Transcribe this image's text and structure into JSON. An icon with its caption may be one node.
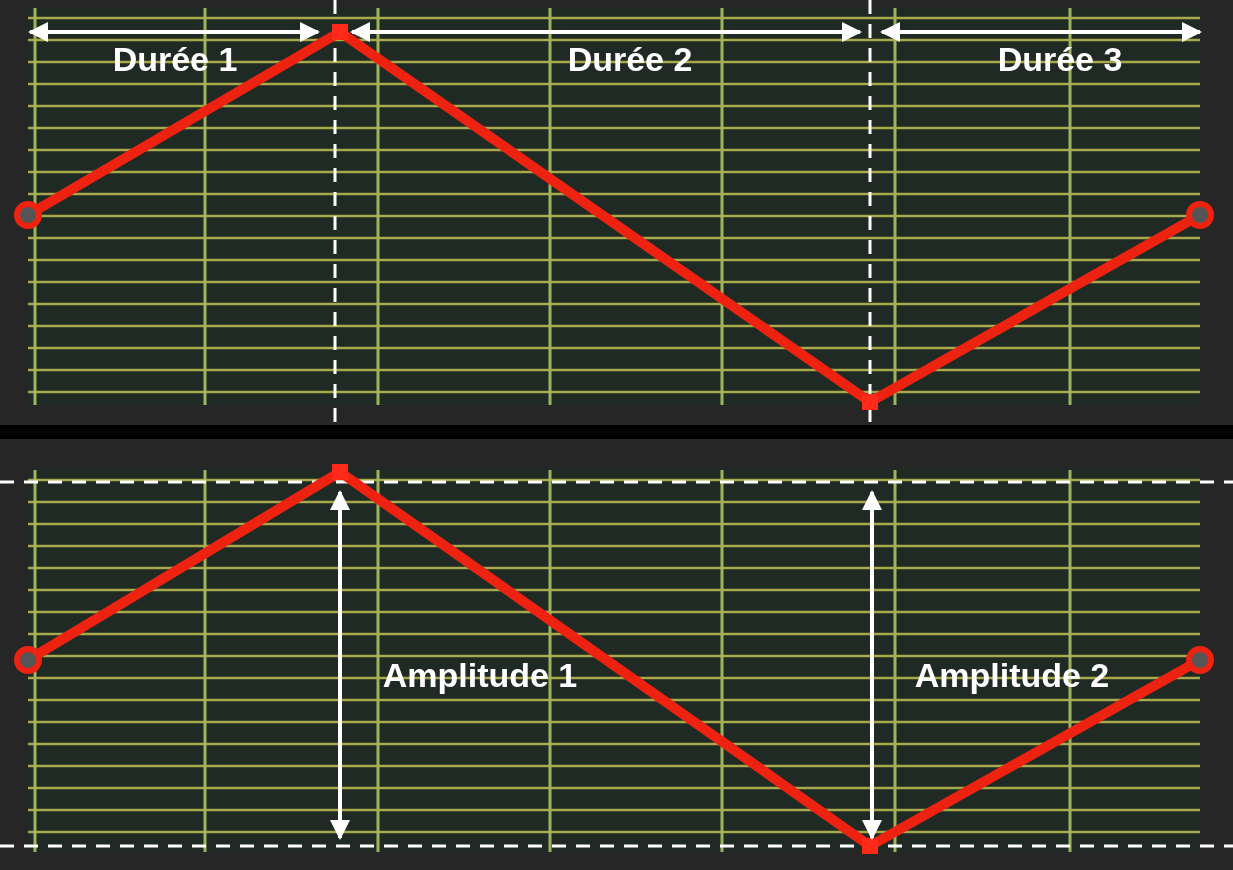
{
  "diagram": {
    "labels": [
      "Durée 1",
      "Durée 2",
      "Durée 3",
      "Amplitude 1",
      "Amplitude 2"
    ]
  }
}
